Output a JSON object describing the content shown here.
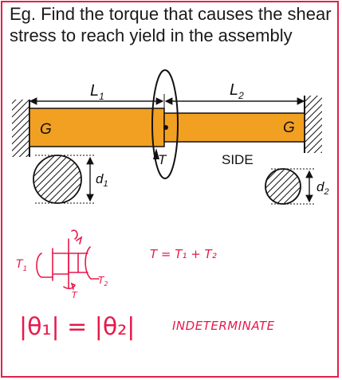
{
  "title": "Eg. Find the torque that causes the shear stress to reach yield in the assembly",
  "diagram": {
    "length_left": "L",
    "length_left_sub": "1",
    "length_right": "L",
    "length_right_sub": "2",
    "modulus_left": "G",
    "modulus_right": "G",
    "torque": "T",
    "side_label": "SIDE",
    "diameter_left": "d",
    "diameter_left_sub": "1",
    "diameter_right": "d",
    "diameter_right_sub": "2",
    "shaft_color": "#f2a022"
  },
  "notes": {
    "t1": "T",
    "t1_sub": "1",
    "t2": "T",
    "t2_sub": "2",
    "equilibrium": "T = T₁ + T₂",
    "compatibility": "|θ₁| = |θ₂|",
    "indeterminate": "INDETERMINATE",
    "ink_color": "#e8194a"
  }
}
